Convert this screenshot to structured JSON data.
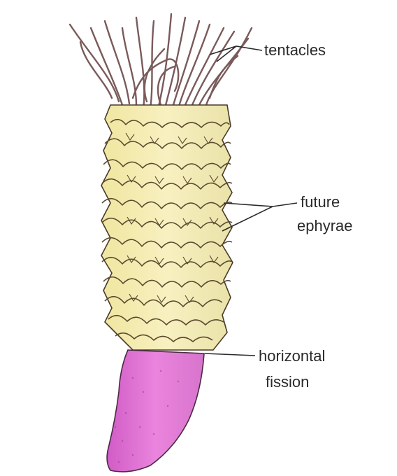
{
  "labels": {
    "tentacles": "tentacles",
    "future_line1": "future",
    "future_line2": "ephyrae",
    "horizontal_line1": "horizontal",
    "horizontal_line2": "fission"
  },
  "colors": {
    "tentacle": "#7a5a5a",
    "body_yellow": "#f3e8a6",
    "body_green": "#e4e9b0",
    "body_outline": "#4a3a2a",
    "stalk_pink": "#e27ad6",
    "stalk_dark": "#c25ab8",
    "line": "#2a2a2a"
  },
  "icons": {
    "strobila": "strobila-illustration"
  }
}
